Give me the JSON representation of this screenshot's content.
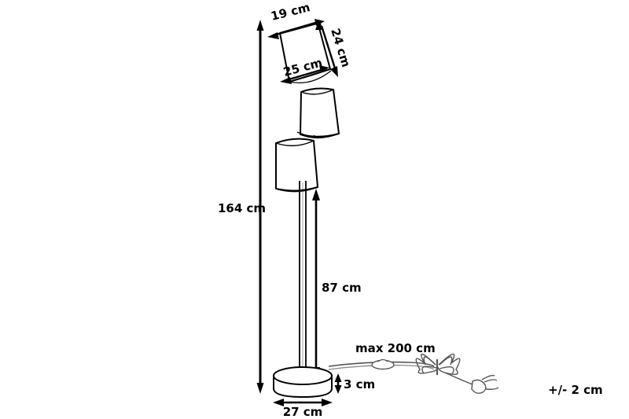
{
  "drawing": {
    "title": "floor-lamp-dimension-drawing",
    "product": "Three-shade floor lamp technical dimension drawing",
    "background_color": "#ffffff",
    "line_color": "#000000",
    "cable_color": "#555555"
  },
  "dimensions": {
    "shade_top_width": "19 cm",
    "shade_side_height": "24 cm",
    "shade_bottom_width": "25 cm",
    "total_height": "164 cm",
    "pole_height": "87 cm",
    "base_height": "3 cm",
    "base_diameter": "27 cm",
    "cable_length": "max 200 cm",
    "tolerance": "+/- 2 cm"
  },
  "parts": {
    "shade_upper": "lamp-shade-upper",
    "shade_middle": "lamp-shade-middle",
    "shade_lower": "lamp-shade-lower",
    "pole": "lamp-pole",
    "base": "lamp-base",
    "cable": "power-cable",
    "switch": "inline-switch",
    "plug": "power-plug",
    "cable_bundle": "cable-bundle"
  }
}
